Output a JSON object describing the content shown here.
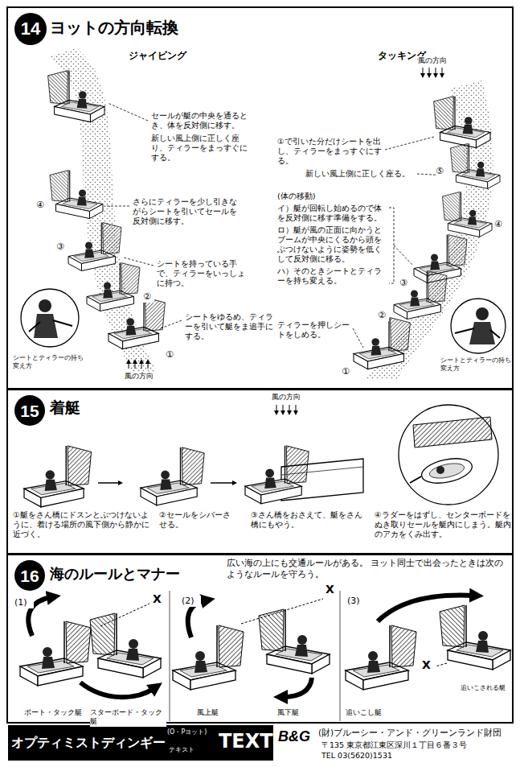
{
  "diagram": {
    "nodes": [
      {
        "text": [
          "ヨットの方向転換"
        ]
      },
      {
        "text": [
          "14"
        ],
        "in": 0
      },
      {
        "text": [
          "着艇"
        ]
      },
      {
        "text": [
          "15"
        ],
        "in": 2
      },
      {
        "text": [
          "海のルールとマナー",
          "広い海の上にも交通ルールがある。 ヨット同士で出会ったときは次のようなルールを守ろう。"
        ]
      },
      {
        "text": [
          "16"
        ],
        "in": 4
      },
      {
        "text": [
          "オプティミストディンギー",
          "(O・Pヨット)",
          "テキスト",
          "TEXT"
        ]
      }
    ],
    "labels": [
      "ジャイビング",
      "タッキング",
      "風の方向",
      "セールが艇の中央を通るとき、体を反対側に移す。",
      "新しい風上側に正しく座り、ティラーをまっすぐにする。",
      "④",
      "さらにティラーを少し引きながらシートを引いてセールを反対側に移す。",
      "③",
      "シートを持っている手で、ティラーをいっしょに持つ。",
      "②",
      "シートをゆるめ、ティラーを引いて艇をま追手にする。",
      "①",
      "シートとティラーの持ち変え方",
      "風の方向",
      "①で引いた分だけシートを出し、ティラーをまっすぐにする。",
      "⑤",
      "新しい風上側に正しく座る。",
      "④",
      "(体の移動)",
      "イ）艇が回転し始めるので体を反対側に移す準備をする。",
      "ロ）艇が風の正面に向かうとブームが中央にくるから頭をぶつけないように姿勢を低くして反対側に移る。",
      "ハ）そのときシートとティラーを持ち変える。",
      "③",
      "②",
      "ティラーを押しシートをしめる。",
      "①",
      "シートとティラーの持ち変え方",
      "風の方向",
      "①艇をさん橋にドスンとぶつけないように、着ける場所の風下側から静かに近づく。",
      "②セールをシバーさせる。",
      "③さん橋をおさえて、艇をさん橋にもやう。",
      "④ラダーをはずし、センターボードをぬき取りセールを艇内にしまう。艇内のアカをくみ出す。",
      "(1)",
      "X",
      "(2)",
      "X",
      "(3)",
      "X",
      "追いこされる艇",
      "ポート・タック艇",
      "スターボード・タック艇",
      "風上艇",
      "風下艇",
      "追いこし艇",
      "B&G",
      "(財)ブルーシー・アンド・グリーンランド財団",
      "〒135 東京都江東区深川１丁目６番３号",
      "TEL 03(5620)1531"
    ]
  }
}
